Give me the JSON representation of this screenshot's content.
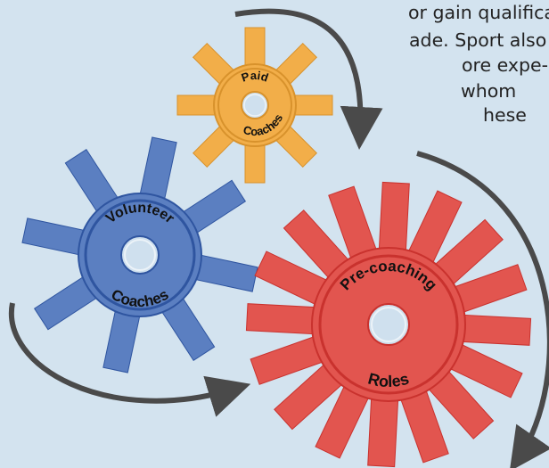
{
  "text_fragment": {
    "lines": [
      "or gain qualifica-",
      "ade. Sport also",
      "ore expe-",
      "whom",
      "hese"
    ]
  },
  "gears": {
    "paid": {
      "label_top": "Paid",
      "label_bottom": "Coaches",
      "color": "#f2ae49",
      "edge": "#d8922c",
      "hub": "#cfe0ee"
    },
    "volunteer": {
      "label_top": "Volunteer",
      "label_bottom": "Coaches",
      "color": "#5b7fc1",
      "edge": "#2f55a0",
      "hub": "#cfe0ee"
    },
    "precoach": {
      "label_top": "Pre-coaching",
      "label_bottom": "Roles",
      "color": "#e2554f",
      "edge": "#c9322e",
      "hub": "#cfe0ee"
    }
  },
  "arrows": {
    "color": "#4a4a4a"
  },
  "background": "#d3e3ef"
}
